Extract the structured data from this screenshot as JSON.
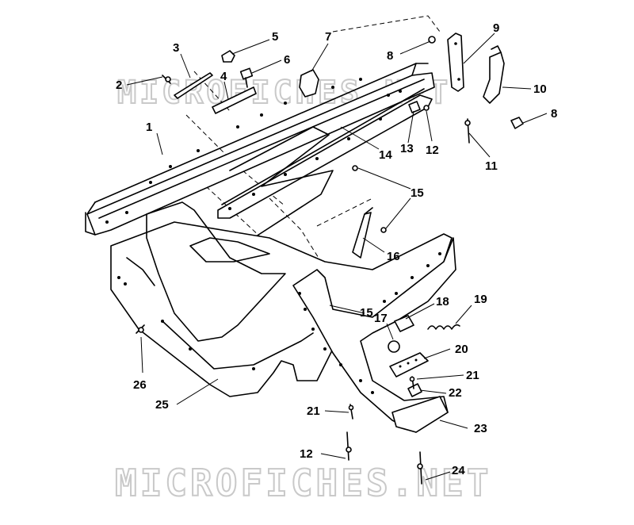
{
  "watermark": {
    "top": "MICROFICHES.NET",
    "bottom": "MICROFICHES.NET"
  },
  "callouts": [
    {
      "id": "c1",
      "label": "1"
    },
    {
      "id": "c2",
      "label": "2"
    },
    {
      "id": "c3",
      "label": "3"
    },
    {
      "id": "c4",
      "label": "4"
    },
    {
      "id": "c5",
      "label": "5"
    },
    {
      "id": "c6",
      "label": "6"
    },
    {
      "id": "c7",
      "label": "7"
    },
    {
      "id": "c8a",
      "label": "8"
    },
    {
      "id": "c8b",
      "label": "8"
    },
    {
      "id": "c9",
      "label": "9"
    },
    {
      "id": "c10",
      "label": "10"
    },
    {
      "id": "c11",
      "label": "11"
    },
    {
      "id": "c12a",
      "label": "12"
    },
    {
      "id": "c12b",
      "label": "12"
    },
    {
      "id": "c13",
      "label": "13"
    },
    {
      "id": "c14",
      "label": "14"
    },
    {
      "id": "c15a",
      "label": "15"
    },
    {
      "id": "c15b",
      "label": "15"
    },
    {
      "id": "c16",
      "label": "16"
    },
    {
      "id": "c17",
      "label": "17"
    },
    {
      "id": "c18",
      "label": "18"
    },
    {
      "id": "c19",
      "label": "19"
    },
    {
      "id": "c20",
      "label": "20"
    },
    {
      "id": "c21a",
      "label": "21"
    },
    {
      "id": "c21b",
      "label": "21"
    },
    {
      "id": "c22",
      "label": "22"
    },
    {
      "id": "c23",
      "label": "23"
    },
    {
      "id": "c24",
      "label": "24"
    },
    {
      "id": "c25",
      "label": "25"
    },
    {
      "id": "c26",
      "label": "26"
    }
  ]
}
